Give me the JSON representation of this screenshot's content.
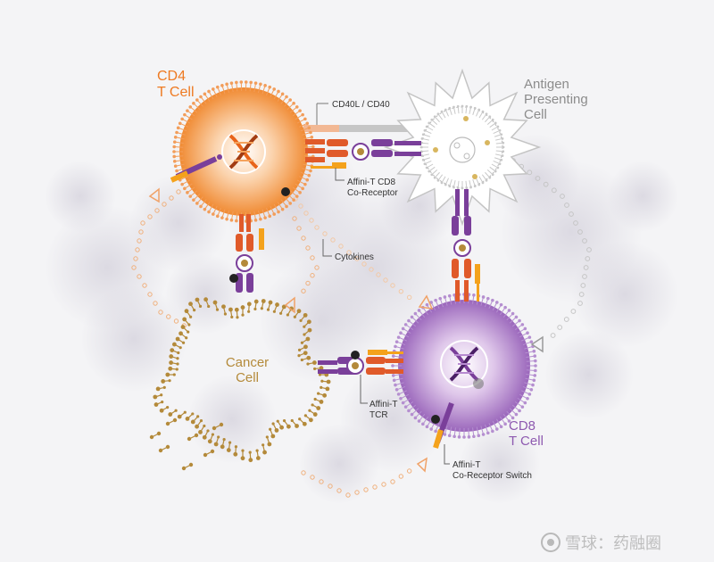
{
  "cells": {
    "cd4": {
      "line1": "CD4",
      "line2": "T Cell"
    },
    "apc": {
      "line1": "Antigen",
      "line2": "Presenting",
      "line3": "Cell"
    },
    "cancer": {
      "line1": "Cancer",
      "line2": "Cell"
    },
    "cd8": {
      "line1": "CD8",
      "line2": "T Cell"
    }
  },
  "callouts": {
    "cd40": "CD40L / CD40",
    "cd8_coreceptor": {
      "line1": "Affini-T CD8",
      "line2": "Co-Receptor"
    },
    "cytokines": "Cytokines",
    "tcr": {
      "line1": "Affini-T",
      "line2": "TCR"
    },
    "switch": {
      "line1": "Affini-T",
      "line2": "Co-Receptor Switch"
    }
  },
  "watermark": "雪球：药融圈",
  "colors": {
    "cd4_orange": "#ee7a22",
    "cd8_purple": "#8e5ab0",
    "cancer_gold": "#b48a3a",
    "apc_gray": "#8c8c8c",
    "receptor_red": "#e05a2a",
    "receptor_purple": "#7a3f9a",
    "switch_yellow": "#f4a21c"
  }
}
